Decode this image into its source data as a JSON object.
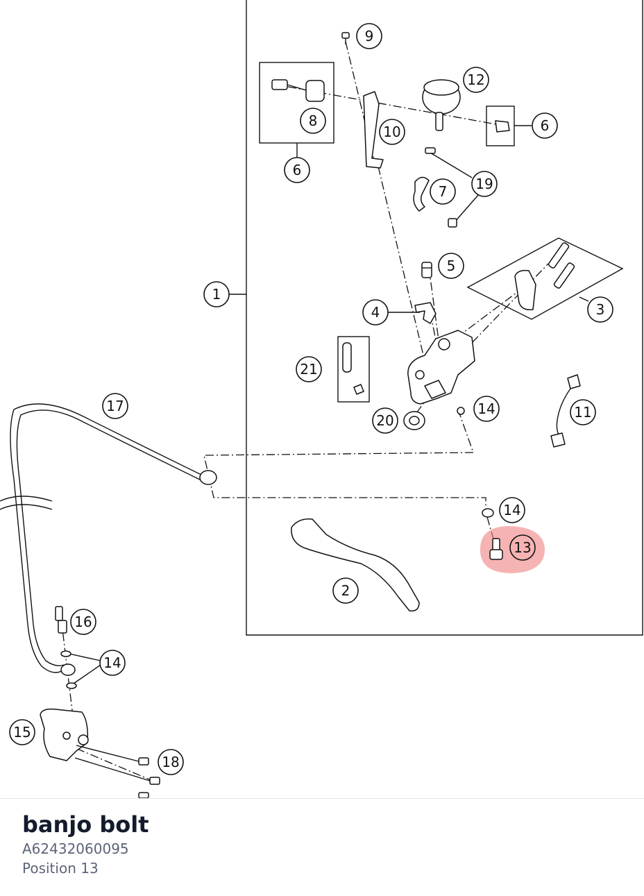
{
  "diagram": {
    "callouts": {
      "c1": "1",
      "c2": "2",
      "c3": "3",
      "c4": "4",
      "c5": "5",
      "c6a": "6",
      "c6b": "6",
      "c7": "7",
      "c8": "8",
      "c9": "9",
      "c10": "10",
      "c11": "11",
      "c12": "12",
      "c13": "13",
      "c14a": "14",
      "c14b": "14",
      "c14c": "14",
      "c15": "15",
      "c16": "16",
      "c17": "17",
      "c18": "18",
      "c19": "19",
      "c20": "20",
      "c21": "21"
    },
    "highlighted_position": "13",
    "highlight_color": "#f08080"
  },
  "selected_part": {
    "name": "banjo bolt",
    "number": "A62432060095",
    "position": "Position 13"
  }
}
